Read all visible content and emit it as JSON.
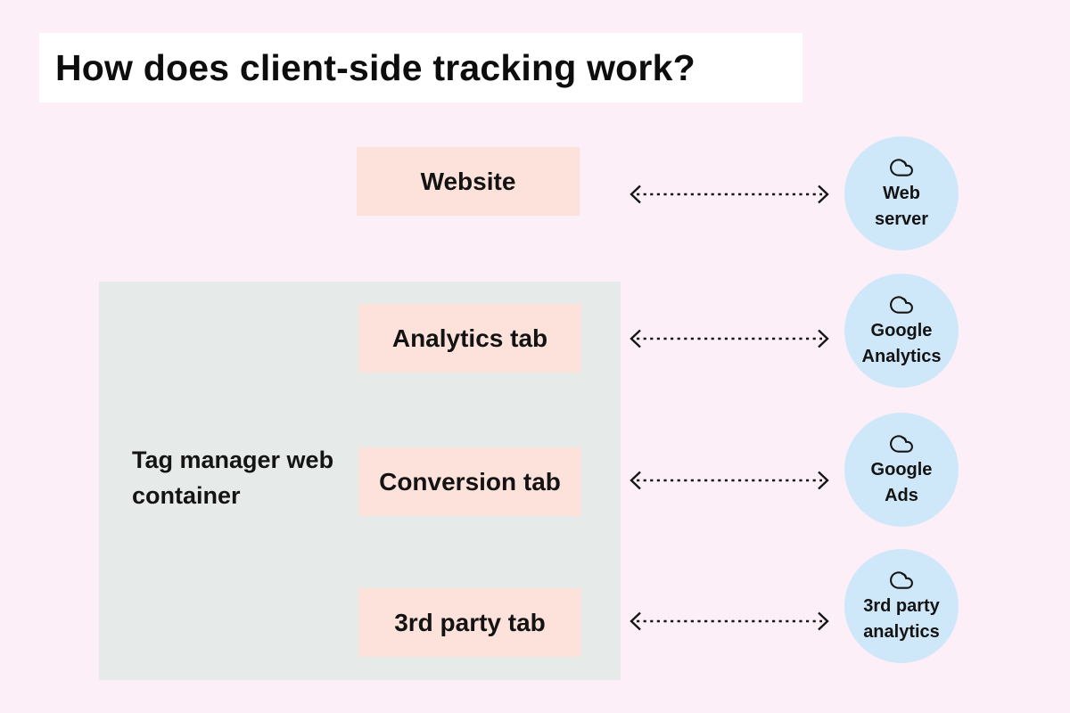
{
  "title": "How does client-side tracking work?",
  "colors": {
    "background": "#fdeff7",
    "title_bg": "#ffffff",
    "box_pink": "#fce2da",
    "container_gray": "#e6eae8",
    "circle_blue": "#cfe8f9",
    "text": "#111111",
    "arrow": "#161616"
  },
  "tag_container": {
    "label": "Tag manager web container"
  },
  "rows": [
    {
      "source": "Website",
      "target": "Web server",
      "target_icon": "cloud-icon",
      "connector": "bidirectional-dashed-arrow"
    },
    {
      "source": "Analytics tab",
      "target": "Google Analytics",
      "target_icon": "cloud-icon",
      "connector": "bidirectional-dashed-arrow"
    },
    {
      "source": "Conversion tab",
      "target": "Google Ads",
      "target_icon": "cloud-icon",
      "connector": "bidirectional-dashed-arrow"
    },
    {
      "source": "3rd party tab",
      "target": "3rd party analytics",
      "target_icon": "cloud-icon",
      "connector": "bidirectional-dashed-arrow"
    }
  ]
}
